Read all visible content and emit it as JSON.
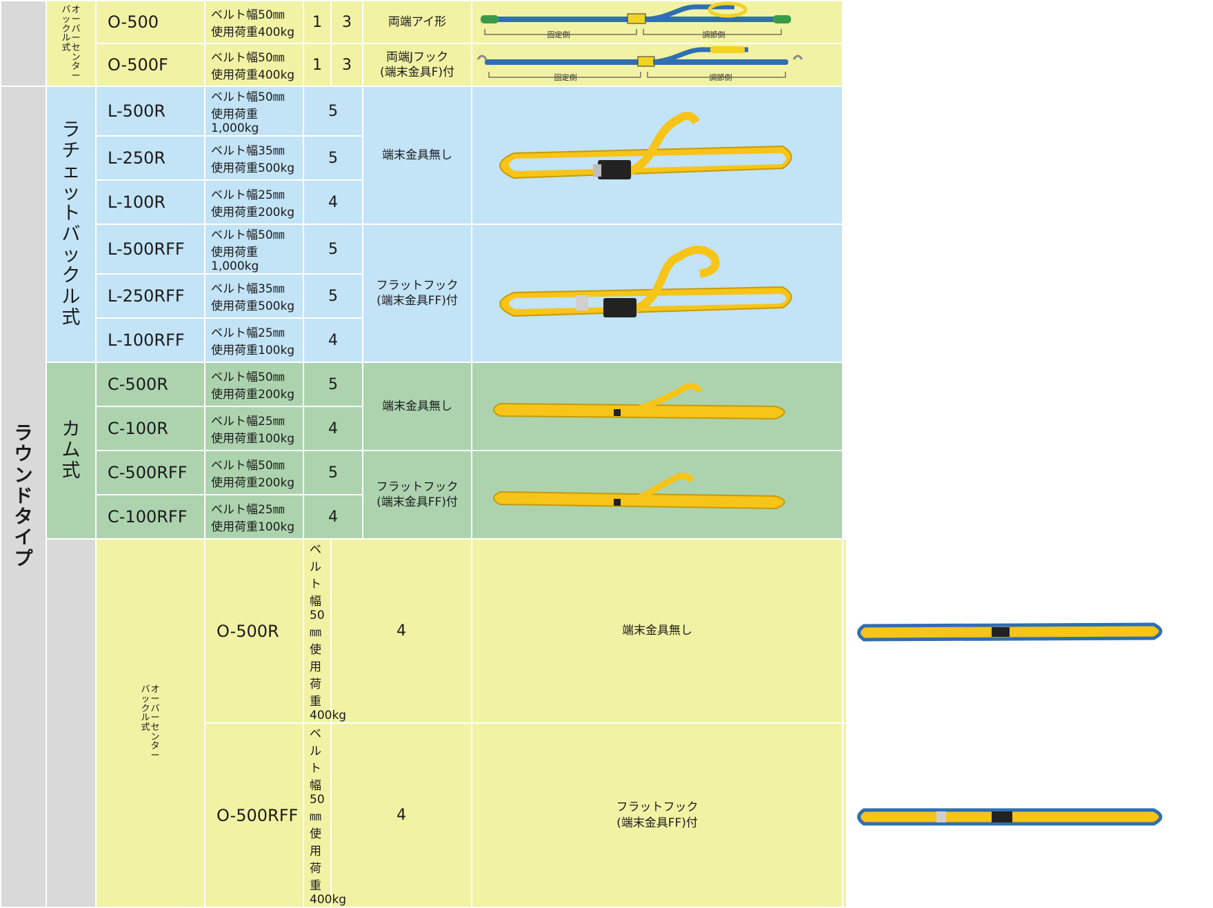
{
  "category_round": [
    "ラ",
    "ウ",
    "ン",
    "ド",
    "タ",
    "イ",
    "プ"
  ],
  "group_ratchet": [
    "ラ",
    "チ",
    "ェ",
    "ッ",
    "ト",
    "バ",
    "ッ",
    "ク",
    "ル",
    "式"
  ],
  "group_cam": [
    "カ",
    "ム",
    "式"
  ],
  "group_overcenter_col1": [
    "オ",
    "ー",
    "バ",
    "ー",
    "セ",
    "ン",
    "タ",
    "ー"
  ],
  "group_overcenter_col2": [
    "バ",
    "ッ",
    "ク",
    "ル",
    "式"
  ],
  "rows": [
    {
      "model": "O-500",
      "belt": "ベルト幅50㎜",
      "load": "使用荷重400kg",
      "col_a": "1",
      "col_b": "3"
    },
    {
      "model": "O-500F",
      "belt": "ベルト幅50㎜",
      "load": "使用荷重400kg",
      "col_a": "1",
      "col_b": "3"
    },
    {
      "model": "L-500R",
      "belt": "ベルト幅50㎜",
      "load": "使用荷重1,000kg",
      "qty": "5"
    },
    {
      "model": "L-250R",
      "belt": "ベルト幅35㎜",
      "load": "使用荷重500kg",
      "qty": "5"
    },
    {
      "model": "L-100R",
      "belt": "ベルト幅25㎜",
      "load": "使用荷重200kg",
      "qty": "4"
    },
    {
      "model": "L-500RFF",
      "belt": "ベルト幅50㎜",
      "load": "使用荷重1,000kg",
      "qty": "5"
    },
    {
      "model": "L-250RFF",
      "belt": "ベルト幅35㎜",
      "load": "使用荷重500kg",
      "qty": "5"
    },
    {
      "model": "L-100RFF",
      "belt": "ベルト幅25㎜",
      "load": "使用荷重100kg",
      "qty": "4"
    },
    {
      "model": "C-500R",
      "belt": "ベルト幅50㎜",
      "load": "使用荷重200kg",
      "qty": "5"
    },
    {
      "model": "C-100R",
      "belt": "ベルト幅25㎜",
      "load": "使用荷重100kg",
      "qty": "4"
    },
    {
      "model": "C-500RFF",
      "belt": "ベルト幅50㎜",
      "load": "使用荷重200kg",
      "qty": "5"
    },
    {
      "model": "C-100RFF",
      "belt": "ベルト幅25㎜",
      "load": "使用荷重100kg",
      "qty": "4"
    },
    {
      "model": "O-500R",
      "belt": "ベルト幅50㎜",
      "load": "使用荷重400kg",
      "qty": "4"
    },
    {
      "model": "O-500RFF",
      "belt": "ベルト幅50㎜",
      "load": "使用荷重400kg",
      "qty": "4"
    }
  ],
  "end": {
    "both_eye": "両端アイ形",
    "j_hook_line1": "両端Jフック",
    "j_hook_line2": "(端末金具F)付",
    "none": "端末金具無し",
    "flat_line1": "フラットフック",
    "flat_line2": "(端末金具FF)付"
  },
  "diagram": {
    "fixed_side": "固定側",
    "adjust_side": "調節側"
  },
  "colors": {
    "yellow": "#f2f2a5",
    "blue": "#c3e3f6",
    "green": "#acd3ae",
    "gray": "#d9d9d9",
    "strap": "#f7c418",
    "strap_blue": "#2f6fb2"
  }
}
